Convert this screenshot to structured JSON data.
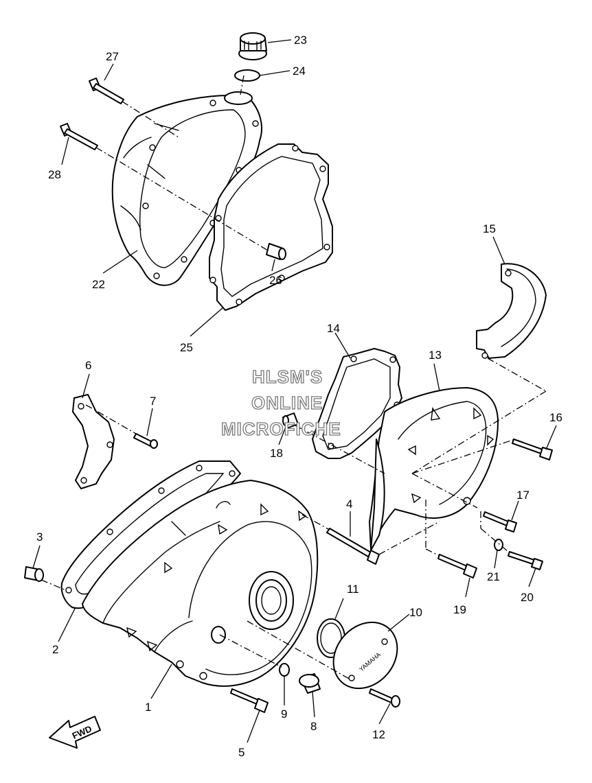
{
  "watermark": {
    "line1": "HLSM'S",
    "line2": "ONLINE",
    "line3": "MICROFICHE"
  },
  "direction_arrow": "FWD",
  "cover_logo": "YAMAHA",
  "callouts": {
    "c1": "1",
    "c2": "2",
    "c3": "3",
    "c4": "4",
    "c5": "5",
    "c6": "6",
    "c7": "7",
    "c8": "8",
    "c9": "9",
    "c10": "10",
    "c11": "11",
    "c12": "12",
    "c13": "13",
    "c14": "14",
    "c15": "15",
    "c16": "16",
    "c17": "17",
    "c18": "18",
    "c19": "19",
    "c20": "20",
    "c21": "21",
    "c22": "22",
    "c23": "23",
    "c24": "24",
    "c25": "25",
    "c26": "26",
    "c27": "27",
    "c28": "28"
  }
}
